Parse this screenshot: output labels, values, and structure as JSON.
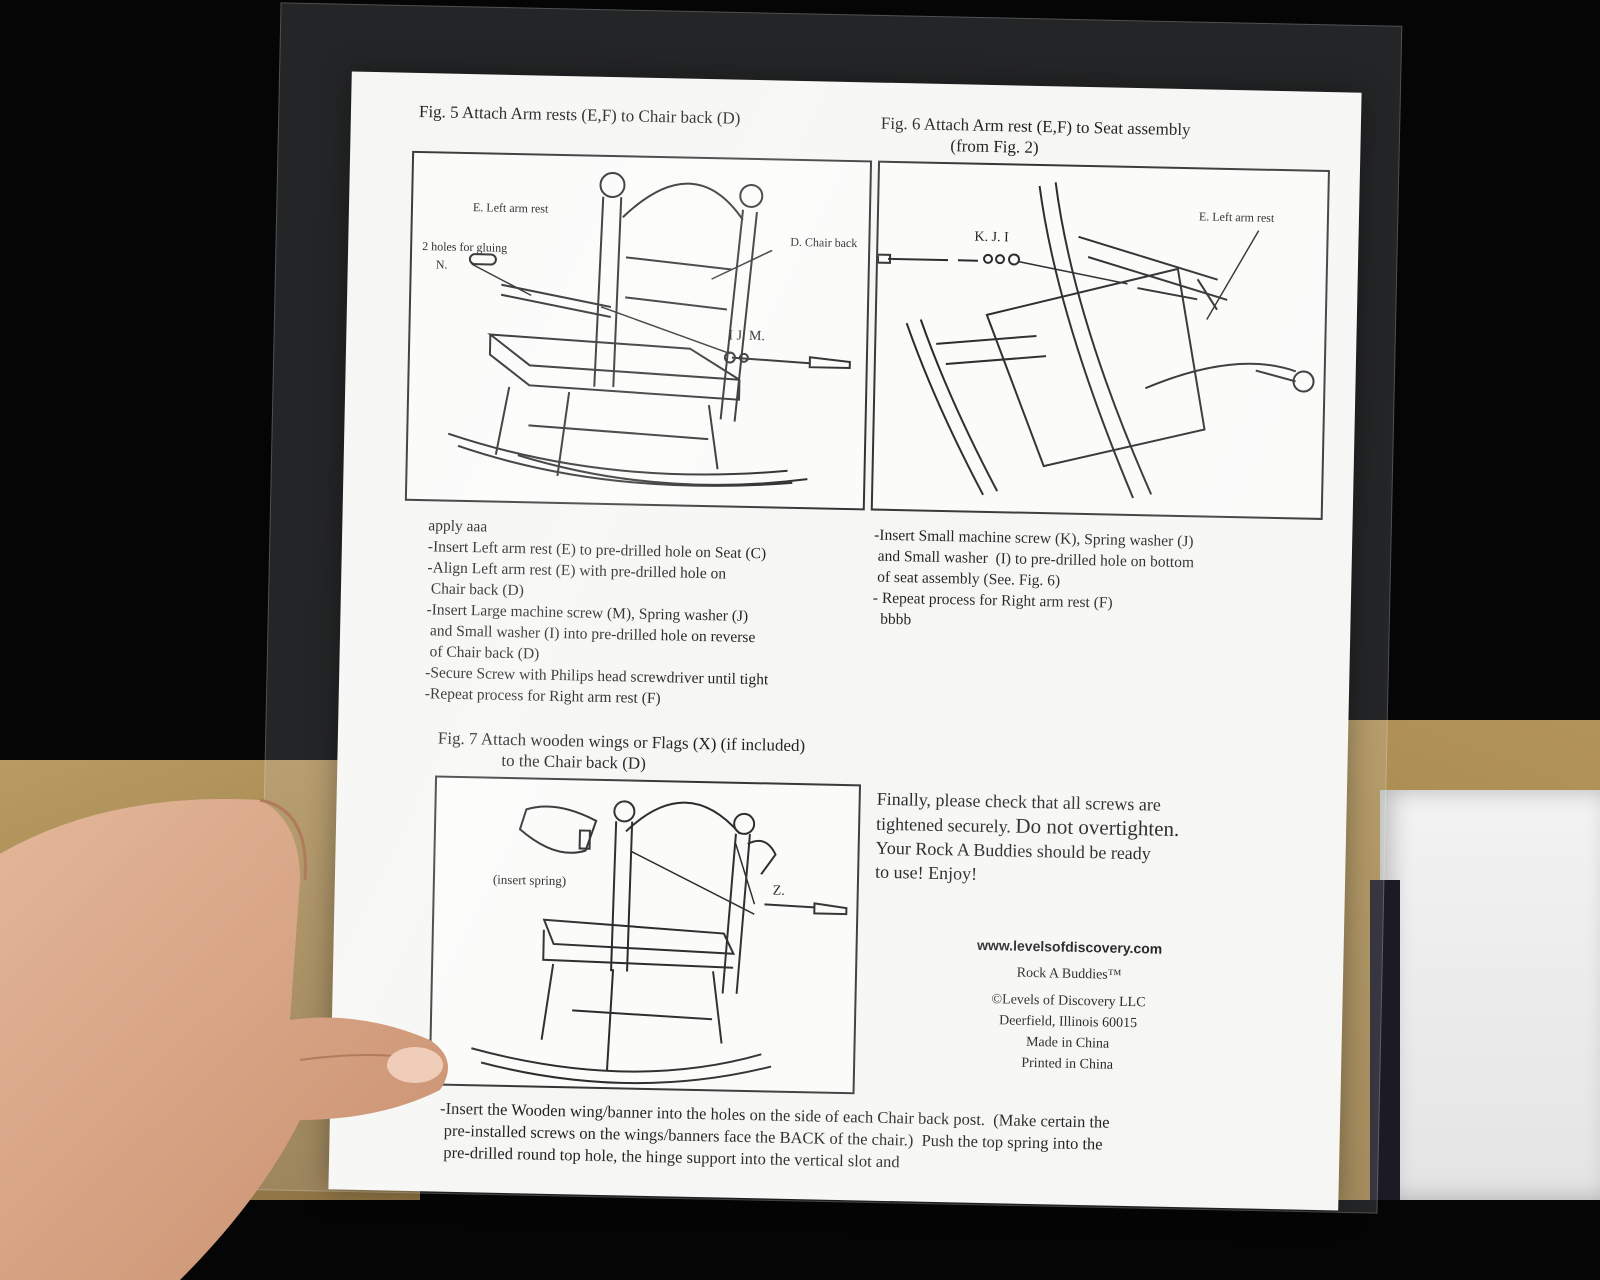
{
  "fig5": {
    "title": "Fig. 5   Attach Arm rests (E,F) to Chair back (D)",
    "labels": {
      "left_arm": "E. Left arm rest",
      "holes": "2 holes for gluing",
      "n": "N.",
      "chair_back": "D. Chair back",
      "ijm": "I  J.  M."
    },
    "steps": [
      "apply aaa",
      "-Insert Left arm rest (E) to pre-drilled hole on Seat (C)",
      "-Align Left arm rest (E) with pre-drilled hole on",
      " Chair back (D)",
      "-Insert Large machine screw (M), Spring washer (J)",
      " and Small washer (I) into pre-drilled hole on reverse",
      " of Chair back (D)",
      "-Secure Screw with Philips head screwdriver until tight",
      "-Repeat process for Right arm rest (F)"
    ]
  },
  "fig6": {
    "title_line1": "Fig. 6   Attach Arm rest (E,F) to Seat assembly",
    "title_line2": "(from Fig. 2)",
    "labels": {
      "kji": "K.  J.  I",
      "left_arm": "E. Left arm rest"
    },
    "steps": [
      "-Insert Small machine screw (K), Spring washer (J)",
      " and Small washer  (I) to pre-drilled hole on bottom",
      " of seat assembly (See. Fig. 6)",
      "- Repeat process for Right arm rest (F)",
      "  bbbb"
    ]
  },
  "fig7": {
    "title_line1": "Fig. 7   Attach wooden wings or Flags (X) (if included)",
    "title_line2": "to the Chair back (D)",
    "labels": {
      "insert_spring": "(insert spring)",
      "z": "Z."
    },
    "steps": [
      "-Insert the Wooden wing/banner into the holes on the side of each Chair back post.  (Make certain the",
      " pre-installed screws on the wings/banners face the BACK of the chair.)  Push the top spring into the",
      " pre-drilled round top hole, the hinge support into the vertical slot and"
    ]
  },
  "final": {
    "line1": "Finally, please check that all screws are",
    "line2a": "tightened securely.  ",
    "line2b": "Do not overtighten.",
    "line3": "Your Rock A Buddies should be ready",
    "line4": "to use!  Enjoy!"
  },
  "credits": {
    "url": "www.levelsofdiscovery.com",
    "brand": "Rock A Buddies™",
    "company": "©Levels of Discovery LLC",
    "address": "Deerfield, Illinois 60015",
    "made": "Made in China",
    "printed": "Printed in China"
  },
  "colors": {
    "background": "#050505",
    "paper": "#f6f6f4",
    "ink": "#1d1d1d",
    "cardboard": "#a2844f",
    "skin": "#d9a98a"
  }
}
